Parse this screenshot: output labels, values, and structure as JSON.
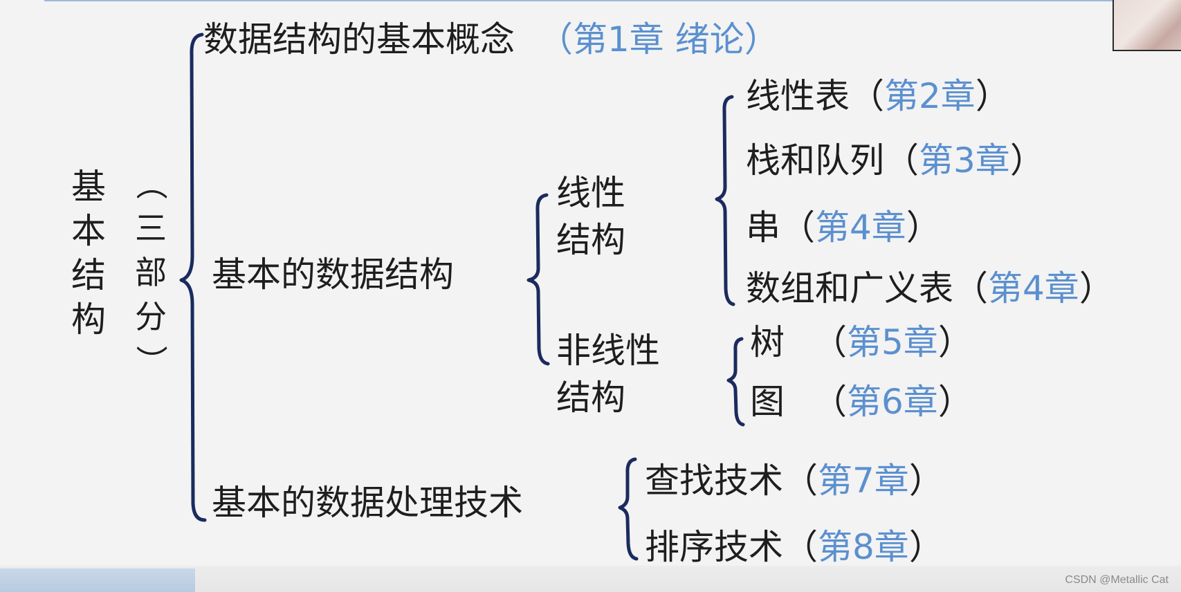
{
  "root": {
    "label": "基本结构",
    "note": "（三部分）"
  },
  "parts": [
    {
      "label": "数据结构的基本概念",
      "chapter": "（第1章  绪论）"
    },
    {
      "label": "基本的数据结构"
    },
    {
      "label": "基本的数据处理技术"
    }
  ],
  "structures": {
    "linear": {
      "label_line1": "线性",
      "label_line2": "结构",
      "items": [
        {
          "label": "线性表",
          "open": "（",
          "chapter": "第2章",
          "close": "）"
        },
        {
          "label": "栈和队列",
          "open": "（",
          "chapter": "第3章",
          "close": "）"
        },
        {
          "label": "串",
          "open": "（",
          "chapter": "第4章",
          "close": "）"
        },
        {
          "label": "数组和广义表",
          "open": "（",
          "chapter": "第4章",
          "close": "）"
        }
      ]
    },
    "nonlinear": {
      "label_line1": "非线性",
      "label_line2": "结构",
      "items": [
        {
          "label": "树",
          "open": "（",
          "chapter": "第5章",
          "close": "）"
        },
        {
          "label": "图",
          "open": "（",
          "chapter": "第6章",
          "close": "）"
        }
      ]
    }
  },
  "techniques": {
    "items": [
      {
        "label": "查找技术",
        "open": "（",
        "chapter": "第7章",
        "close": "）"
      },
      {
        "label": "排序技术",
        "open": "（",
        "chapter": "第8章",
        "close": "）"
      }
    ]
  },
  "watermark": "CSDN @Metallic Cat",
  "colors": {
    "chapter": "#5b90cf",
    "brace": "#1b2b5e",
    "text": "#1e1e1e"
  }
}
